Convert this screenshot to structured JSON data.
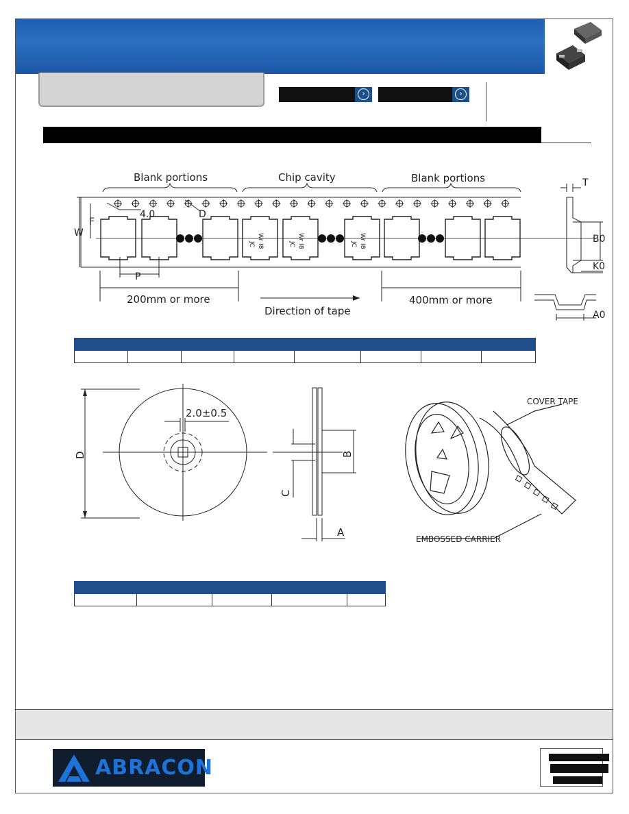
{
  "company": {
    "logo_text": "ABRACON"
  },
  "tape_diagram": {
    "blank_portions_left": "Blank portions",
    "chip_cavity": "Chip cavity",
    "blank_portions_right": "Blank portions",
    "pitch_4": "4.0",
    "label_D": "D",
    "label_F": "F",
    "label_W": "W",
    "label_P": "P",
    "label_T": "T",
    "label_B0": "B0",
    "label_K0": "K0",
    "label_A0": "A0",
    "leader_200": "200mm or more",
    "direction": "Direction of tape",
    "trailer_400": "400mm or more",
    "chip_mark_1": "JC",
    "chip_mark_2": "Wr I8"
  },
  "reel_diagram": {
    "hub_dim": "2.0±0.5",
    "label_D": "D",
    "label_B": "B",
    "label_C": "C",
    "label_A": "A",
    "cover_tape": "COVER TAPE",
    "embossed_carrier": "EMBOSSED CARRIER"
  },
  "tables": {
    "tape_table": {
      "columns": 8
    },
    "reel_table": {
      "columns": 5
    }
  },
  "colors": {
    "header_blue": "#2c6fc0",
    "table_header": "#1f4e8c",
    "logo_bg": "#0f1d2e",
    "logo_blue": "#1e73d8"
  }
}
